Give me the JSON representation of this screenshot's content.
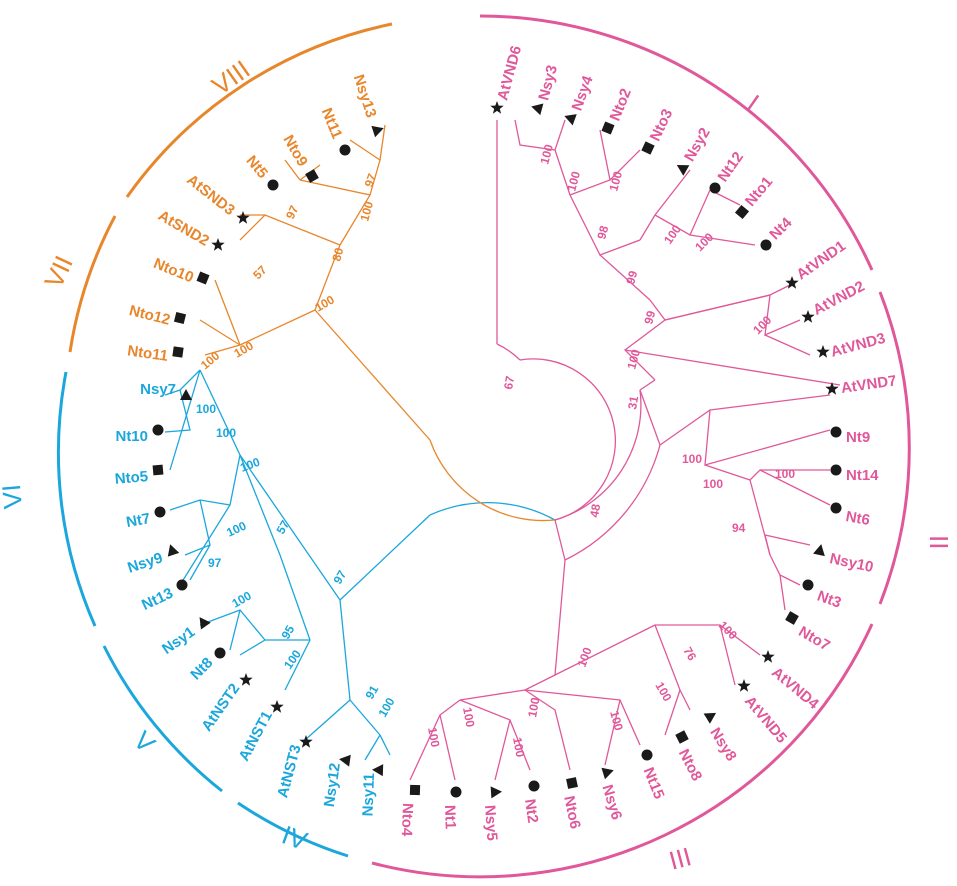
{
  "colors": {
    "I_II_III": "#e0589a",
    "IV_V_VI": "#1ba7dc",
    "VII_VIII": "#e8862b",
    "marker": "#1a1a1a"
  },
  "clade_labels": {
    "I": "I",
    "II": "II",
    "III": "III",
    "IV": "IV",
    "V": "V",
    "VI": "VI",
    "VII": "VII",
    "VIII": "VIII"
  },
  "leaves": {
    "AtVND6": "AtVND6",
    "Nsy3": "Nsy3",
    "Nsy4": "Nsy4",
    "Nto2": "Nto2",
    "Nto3": "Nto3",
    "Nsy2": "Nsy2",
    "Nt12": "Nt12",
    "Nto1": "Nto1",
    "Nt4": "Nt4",
    "AtVND1": "AtVND1",
    "AtVND2": "AtVND2",
    "AtVND3": "AtVND3",
    "AtVND7": "AtVND7",
    "Nt9": "Nt9",
    "Nt14": "Nt14",
    "Nt6": "Nt6",
    "Nsy10": "Nsy10",
    "Nt3": "Nt3",
    "Nto7": "Nto7",
    "AtVND4": "AtVND4",
    "AtVND5": "AtVND5",
    "Nsy8": "Nsy8",
    "Nto8": "Nto8",
    "Nt15": "Nt15",
    "Nsy6": "Nsy6",
    "Nto6": "Nto6",
    "Nt2": "Nt2",
    "Nsy5": "Nsy5",
    "Nt1": "Nt1",
    "Nto4": "Nto4",
    "Nsy11": "Nsy11",
    "Nsy12": "Nsy12",
    "AtNST3": "AtNST3",
    "AtNST1": "AtNST1",
    "AtNST2": "AtNST2",
    "Nt8": "Nt8",
    "Nsy1": "Nsy1",
    "Nt13": "Nt13",
    "Nsy9": "Nsy9",
    "Nt7": "Nt7",
    "Nto5": "Nto5",
    "Nt10": "Nt10",
    "Nsy7": "Nsy7",
    "Nto11": "Nto11",
    "Nto12": "Nto12",
    "Nto10": "Nto10",
    "AtSND2": "AtSND2",
    "AtSND3": "AtSND3",
    "Nt5": "Nt5",
    "Nto9": "Nto9",
    "Nt11": "Nt11",
    "Nsy13": "Nsy13"
  },
  "markers": {
    "AtVND6": "star",
    "Nsy3": "triangle",
    "Nsy4": "triangle",
    "Nto2": "square",
    "Nto3": "square",
    "Nsy2": "triangle",
    "Nt12": "circle",
    "Nto1": "square",
    "Nt4": "circle",
    "AtVND1": "star",
    "AtVND2": "star",
    "AtVND3": "star",
    "AtVND7": "star",
    "Nt9": "circle",
    "Nt14": "circle",
    "Nt6": "circle",
    "Nsy10": "triangle",
    "Nt3": "circle",
    "Nto7": "square",
    "AtVND4": "star",
    "AtVND5": "star",
    "Nsy8": "triangle",
    "Nto8": "square",
    "Nt15": "circle",
    "Nsy6": "triangle",
    "Nto6": "square",
    "Nt2": "circle",
    "Nsy5": "triangle",
    "Nt1": "circle",
    "Nto4": "square",
    "Nsy11": "triangle",
    "Nsy12": "triangle",
    "AtNST3": "star",
    "AtNST1": "star",
    "AtNST2": "star",
    "Nt8": "circle",
    "Nsy1": "triangle",
    "Nt13": "circle",
    "Nsy9": "triangle",
    "Nt7": "circle",
    "Nto5": "square",
    "Nt10": "circle",
    "Nsy7": "triangle",
    "Nto11": "square",
    "Nto12": "square",
    "Nto10": "square",
    "AtSND2": "star",
    "AtSND3": "star",
    "Nt5": "circle",
    "Nto9": "square",
    "Nt11": "circle",
    "Nsy13": "triangle"
  },
  "bootstrap": {
    "b67": "67",
    "b48": "48",
    "b31": "31",
    "b100_I": "100",
    "b99a": "99",
    "b99b": "99",
    "b98": "98",
    "b100_n2n3": "100",
    "b100_n3n4": "100",
    "b100_n12": "100",
    "b100_nt12": "100",
    "b100_vnd12": "100",
    "b100_II": "100",
    "b100_nt14": "100",
    "b94": "94",
    "b100_ii2": "100",
    "b100_III": "100",
    "b76": "76",
    "b100_vnd45": "100",
    "b100_nsy8": "100",
    "b100_iii_b": "100",
    "b100_nsy6": "100",
    "b100_nt1": "100",
    "b100_nsy5": "100",
    "b100_nt2": "100",
    "b97_root": "97",
    "b57": "57",
    "b91": "91",
    "b100_nsy11": "100",
    "b95": "95",
    "b100_nst": "100",
    "b100_nsy1": "100",
    "b100_vi": "100",
    "b100_vi2": "100",
    "b100_nsy7": "100",
    "b100_nto5": "100",
    "b97_nsy9": "97",
    "b100_vii": "100",
    "b100_nto11": "100",
    "b80": "80",
    "b57_snd": "57",
    "b100_viii": "100",
    "b97_nt5": "97",
    "b97_nsy13": "97"
  }
}
